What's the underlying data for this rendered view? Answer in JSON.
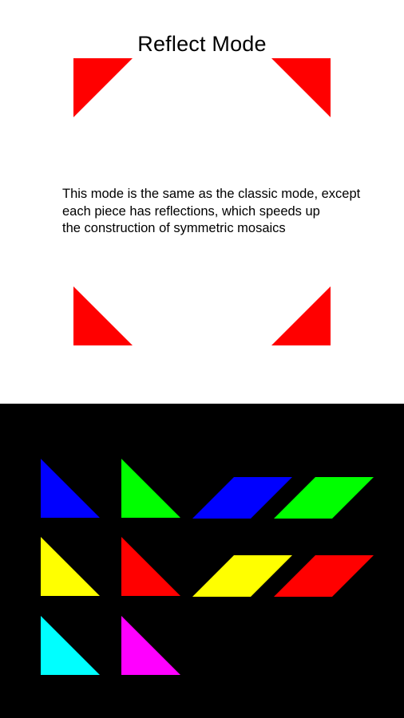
{
  "title": "Reflect Mode",
  "description": {
    "lines": [
      "This mode is the same as the classic mode, except",
      "each piece has reflections, which speeds up",
      "the construction of symmetric mosaics"
    ]
  },
  "corner_decorations": {
    "color": "#ff0000"
  },
  "palette": {
    "background": "#000000",
    "pieces": [
      {
        "name": "blue-triangle-piece",
        "shape": "triangle",
        "color": "#0000ff"
      },
      {
        "name": "green-triangle-piece",
        "shape": "triangle",
        "color": "#00ff00"
      },
      {
        "name": "blue-parallelogram-piece",
        "shape": "parallelogram",
        "color": "#0000ff"
      },
      {
        "name": "green-parallelogram-piece",
        "shape": "parallelogram",
        "color": "#00ff00"
      },
      {
        "name": "yellow-triangle-piece",
        "shape": "triangle",
        "color": "#ffff00"
      },
      {
        "name": "red-triangle-piece",
        "shape": "triangle",
        "color": "#ff0000"
      },
      {
        "name": "yellow-parallelogram-piece",
        "shape": "parallelogram",
        "color": "#ffff00"
      },
      {
        "name": "red-parallelogram-piece",
        "shape": "parallelogram",
        "color": "#ff0000"
      },
      {
        "name": "cyan-triangle-piece",
        "shape": "triangle",
        "color": "#00ffff"
      },
      {
        "name": "magenta-triangle-piece",
        "shape": "triangle",
        "color": "#ff00ff"
      }
    ]
  }
}
